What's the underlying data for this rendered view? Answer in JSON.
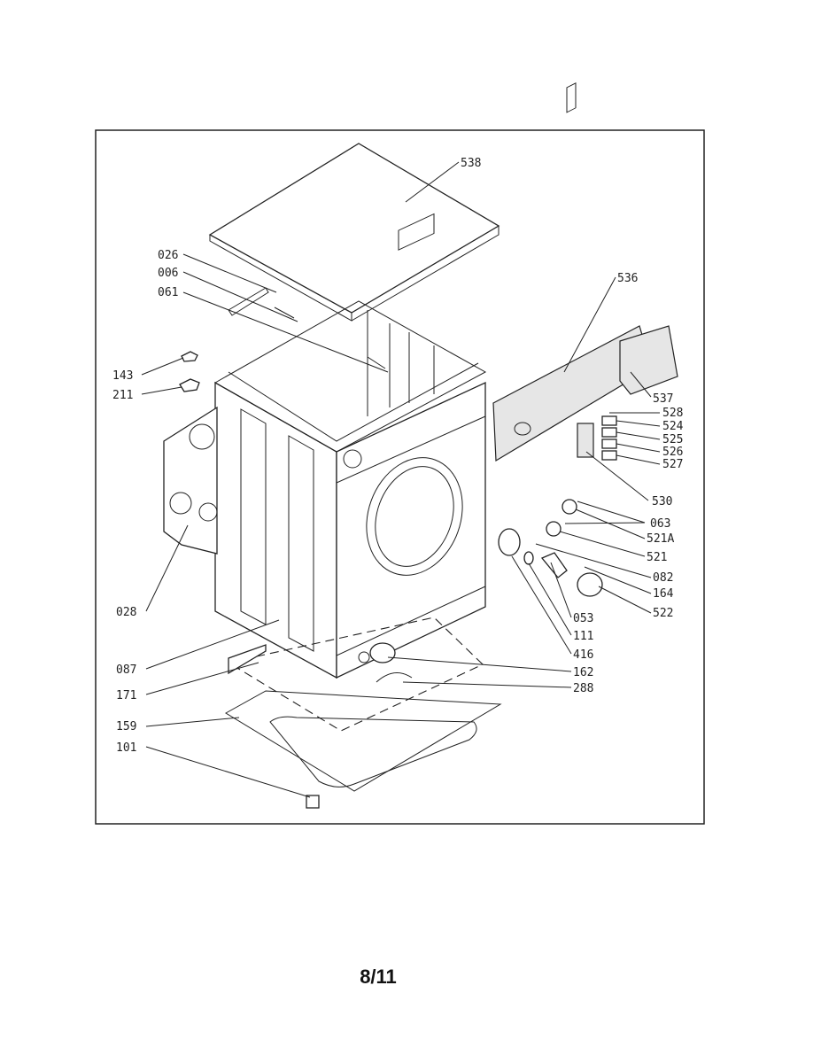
{
  "labels": {
    "p538": "538",
    "p026": "026",
    "p006": "006",
    "p061": "061",
    "p536": "536",
    "p143": "143",
    "p211": "211",
    "p537": "537",
    "p528": "528",
    "p524": "524",
    "p525": "525",
    "p526": "526",
    "p527": "527",
    "p530": "530",
    "p063": "063",
    "p521A": "521A",
    "p521": "521",
    "p082": "082",
    "p164": "164",
    "p053": "053",
    "p522": "522",
    "p111": "111",
    "p028": "028",
    "p416": "416",
    "p087": "087",
    "p162": "162",
    "p171": "171",
    "p288": "288",
    "p159": "159",
    "p101": "101"
  },
  "page_number": "8/11"
}
